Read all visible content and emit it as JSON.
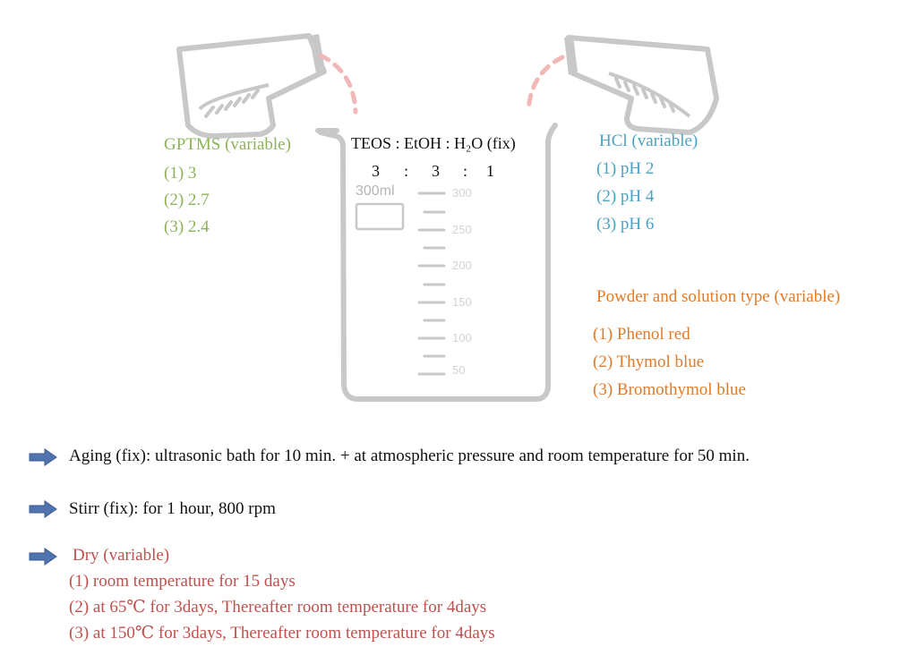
{
  "beaker": {
    "title": "TEOS : EtOH : H₂O (fix)",
    "ratio": [
      "3",
      ":",
      "3",
      ":",
      "1"
    ],
    "volume_label": "300ml",
    "scale_labels": [
      "300",
      "250",
      "200",
      "150",
      "100",
      "50"
    ]
  },
  "gptms": {
    "title": "GPTMS (variable)",
    "items": [
      "(1)  3",
      "(2)  2.7",
      "(3)  2.4"
    ]
  },
  "hcl": {
    "title": "HCl (variable)",
    "items": [
      "(1)  pH 2",
      "(2)  pH 4",
      "(3)  pH 6"
    ]
  },
  "powder": {
    "title": "Powder and solution type (variable)",
    "items": [
      "(1)  Phenol red",
      "(2)  Thymol blue",
      "(3)  Bromothymol blue"
    ]
  },
  "steps": {
    "aging": "Aging (fix): ultrasonic bath for 10 min. + at atmospheric pressure and room temperature for 50 min.",
    "stirr": "Stirr (fix): for 1 hour, 800 rpm",
    "dry_title": "Dry (variable)",
    "dry_items": [
      "(1)  room temperature  for 15 days",
      "(2)  at 65℃ for 3days, Thereafter room temperature  for 4days",
      "(3)  at 150℃ for 3days, Thereafter room temperature  for 4days"
    ]
  },
  "colors": {
    "gptms": "#8db35a",
    "hcl": "#4aa3c4",
    "powder": "#e07b2a",
    "dry": "#c0504d",
    "arrow": "#4f74b0",
    "glass": "#c8c8c8",
    "pour_stream": "#f2b8b8"
  }
}
